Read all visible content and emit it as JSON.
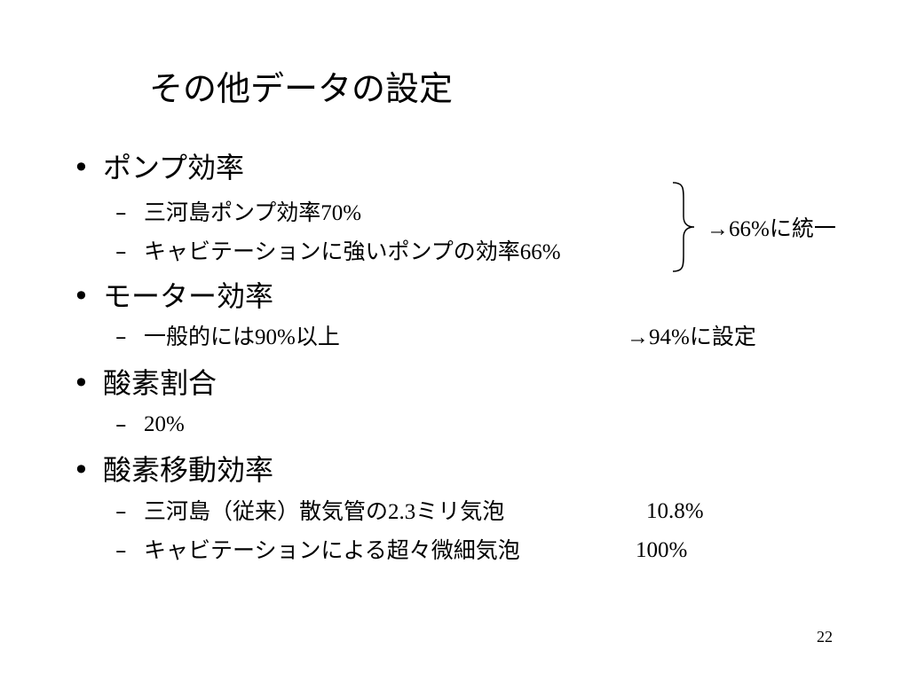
{
  "slide": {
    "title": "その他データの設定",
    "page_number": "22"
  },
  "items": [
    {
      "bullet": "•",
      "label": "ポンプ効率",
      "subs": [
        {
          "dash": "–",
          "text": "三河島ポンプ効率",
          "value": "70%"
        },
        {
          "dash": "–",
          "text": "キャビテーションに強いポンプの効率",
          "value": "66%"
        }
      ],
      "note_arrow_value": "→66%",
      "note_text": "に統一"
    },
    {
      "bullet": "•",
      "label": "モーター効率",
      "subs": [
        {
          "dash": "–",
          "text_before": "一般的には",
          "value": "90%",
          "text_after": "以上"
        }
      ],
      "note_arrow_value": "→94%",
      "note_text": "に設定"
    },
    {
      "bullet": "•",
      "label": "酸素割合",
      "subs": [
        {
          "dash": "–",
          "value": "20%"
        }
      ]
    },
    {
      "bullet": "•",
      "label": "酸素移動効率",
      "subs": [
        {
          "dash": "–",
          "text_before": "三河島（従来）散気管の",
          "value_mid": "2.3",
          "text_after": "ミリ気泡",
          "value": "10.8%"
        },
        {
          "dash": "–",
          "text": "キャビテーションによる超々微細気泡",
          "value": "100%"
        }
      ]
    }
  ]
}
